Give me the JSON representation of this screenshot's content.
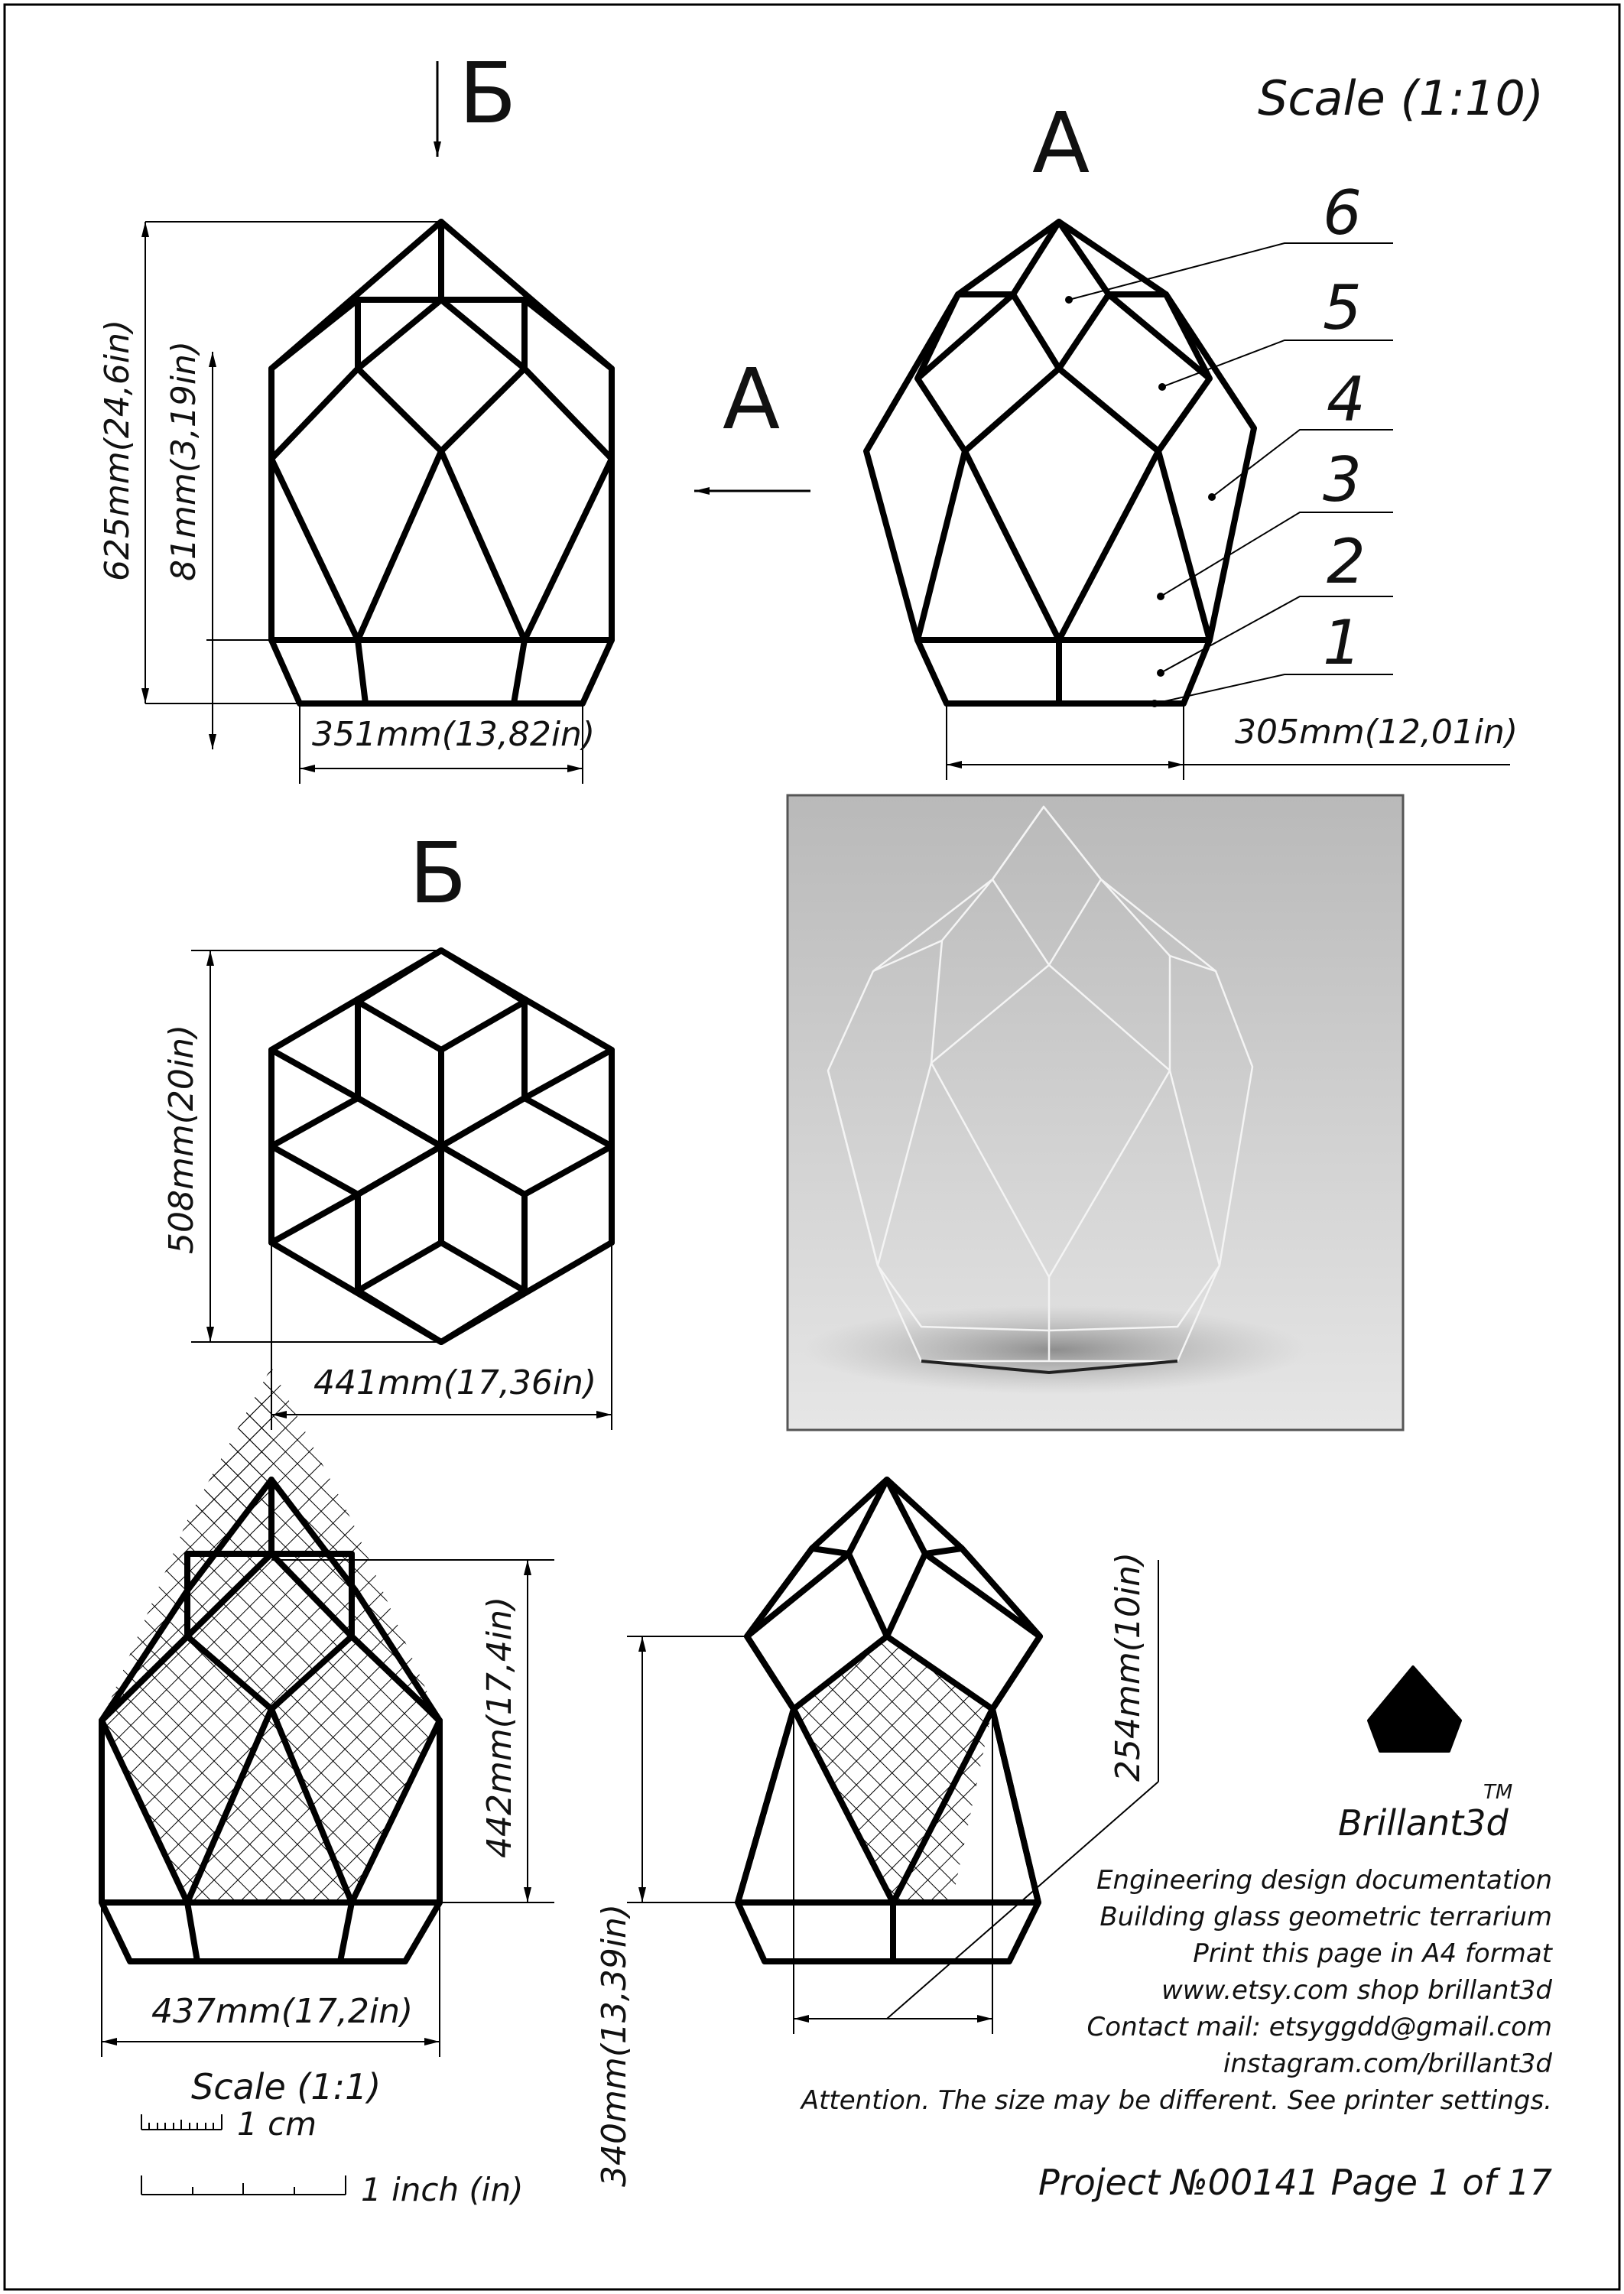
{
  "sheet": {
    "scale_main": "Scale (1:10)",
    "view_a_label": "A",
    "view_b_label": "Б"
  },
  "front_view": {
    "dim_height_total": "625mm(24,6in)",
    "dim_height_base": "81mm(3,19in)",
    "dim_width": "351mm(13,82in)"
  },
  "side_view": {
    "dim_width": "305mm(12,01in)",
    "part_numbers": [
      "6",
      "5",
      "4",
      "3",
      "2",
      "1"
    ]
  },
  "top_view": {
    "dim_height": "508mm(20in)",
    "dim_width": "441mm(17,36in)"
  },
  "panel_template_left": {
    "dim_height": "442mm(17,4in)",
    "dim_width": "437mm(17,2in)"
  },
  "panel_template_right": {
    "dim_upper": "254mm(10in)",
    "dim_lower": "340mm(13,39in)"
  },
  "scale_legend": {
    "title": "Scale (1:1)",
    "cm_label": "1 cm",
    "inch_label": "1 inch (in)"
  },
  "brand": {
    "name": "Brillant3d",
    "tm": "TM",
    "logo_icon": "diamond-logo-icon",
    "lines": [
      "Engineering design documentation",
      "Building glass geometric terrarium",
      "Print this page in A4 format",
      "www.etsy.com shop brillant3d",
      "Contact mail: etsyggdd@gmail.com",
      "instagram.com/brillant3d",
      "Attention. The size may be different. See printer settings."
    ],
    "project": "Project №00141 Page 1 of 17"
  }
}
